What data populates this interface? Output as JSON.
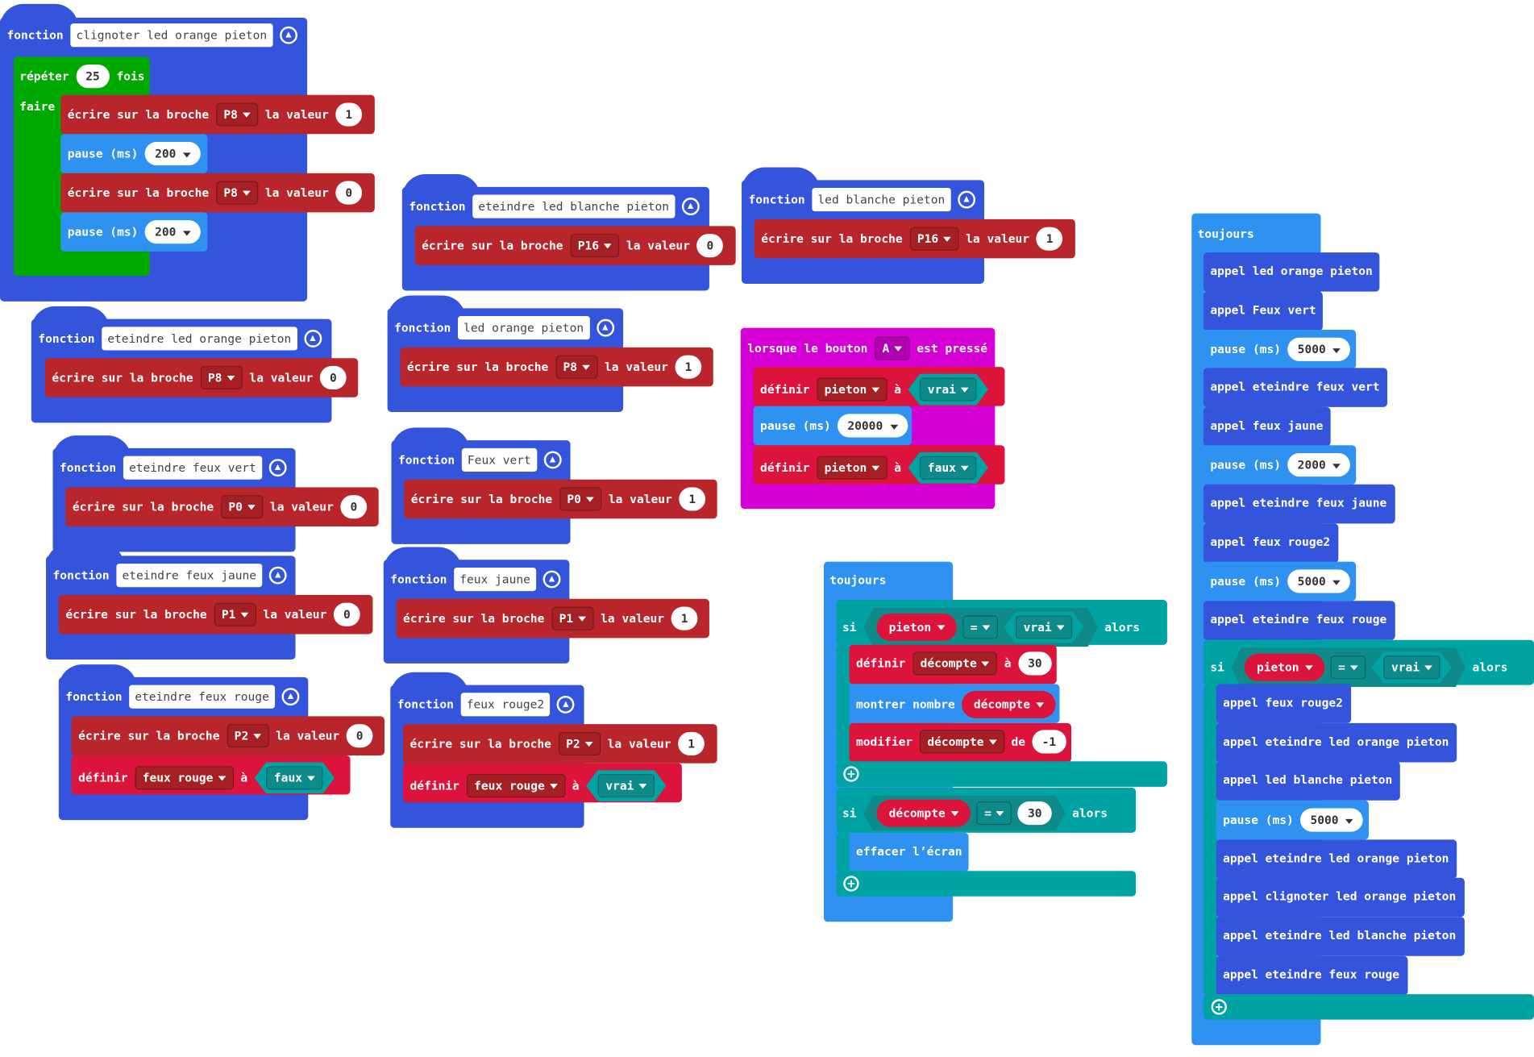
{
  "kw": {
    "fonction": "fonction",
    "repeter": "répéter",
    "fois": "fois",
    "faire": "faire",
    "ecrire": "écrire sur la broche",
    "la_valeur": "la valeur",
    "pause": "pause (ms)",
    "definir": "définir",
    "a": "à",
    "toujours": "toujours",
    "si": "si",
    "alors": "alors",
    "appel": "appel",
    "montrer_nombre": "montrer nombre",
    "modifier": "modifier",
    "de": "de",
    "effacer": "effacer l’écran",
    "lorsque": "lorsque le bouton",
    "est_presse": "est pressé",
    "eq": "="
  },
  "functions": {
    "clignoter": {
      "name": "clignoter led orange pieton",
      "repeat": "25",
      "w1_pin": "P8",
      "w1_val": "1",
      "p1": "200",
      "w2_pin": "P8",
      "w2_val": "0",
      "p2": "200"
    },
    "eteindre_orange": {
      "name": "eteindre led orange pieton",
      "pin": "P8",
      "val": "0"
    },
    "eteindre_vert": {
      "name": "eteindre feux vert",
      "pin": "P0",
      "val": "0"
    },
    "eteindre_jaune": {
      "name": "eteindre feux jaune",
      "pin": "P1",
      "val": "0"
    },
    "eteindre_rouge": {
      "name": "eteindre feux rouge",
      "pin": "P2",
      "val": "0",
      "var": "feux rouge",
      "bool": "faux"
    },
    "eteindre_blanche": {
      "name": "eteindre led blanche pieton",
      "pin": "P16",
      "val": "0"
    },
    "orange": {
      "name": "led orange pieton",
      "pin": "P8",
      "val": "1"
    },
    "vert": {
      "name": "Feux vert",
      "pin": "P0",
      "val": "1"
    },
    "jaune": {
      "name": "feux jaune",
      "pin": "P1",
      "val": "1"
    },
    "rouge2": {
      "name": "feux rouge2",
      "pin": "P2",
      "val": "1",
      "var": "feux rouge",
      "bool": "vrai"
    },
    "blanche": {
      "name": "led blanche pieton",
      "pin": "P16",
      "val": "1"
    }
  },
  "button_event": {
    "button": "A",
    "var1": "pieton",
    "bool1": "vrai",
    "pause": "20000",
    "var2": "pieton",
    "bool2": "faux"
  },
  "toujours_mid": {
    "cond1_var": "pieton",
    "cond1_val": "vrai",
    "set_var": "décompte",
    "set_val": "30",
    "show_var": "décompte",
    "change_var": "décompte",
    "change_val": "-1",
    "cond2_var": "décompte",
    "cond2_val": "30"
  },
  "toujours_right": {
    "calls_top": [
      "led orange pieton",
      "Feux vert"
    ],
    "pause1": "5000",
    "calls_mid1": [
      "eteindre feux vert",
      "feux jaune"
    ],
    "pause2": "2000",
    "calls_mid2": [
      "eteindre feux jaune",
      "feux rouge2"
    ],
    "pause3": "5000",
    "call_before_if": "eteindre feux rouge",
    "if_var": "pieton",
    "if_val": "vrai",
    "if_calls_a": [
      "feux rouge2",
      "eteindre led orange pieton",
      "led blanche pieton"
    ],
    "if_pause": "5000",
    "if_calls_b": [
      "eteindre led orange pieton",
      "clignoter led orange pieton",
      "eteindre led blanche pieton",
      "eteindre feux rouge"
    ]
  }
}
